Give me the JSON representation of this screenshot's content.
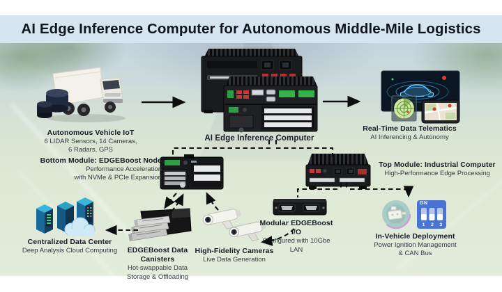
{
  "title": "AI Edge Inference Computer for Autonomous Middle-Mile Logistics",
  "nodes": {
    "vehicle": {
      "title": "Autonomous Vehicle IoT",
      "line1": "6 LIDAR Sensors, 14 Cameras,",
      "line2": "6 Radars, GPS"
    },
    "edge_computer": {
      "title": "AI Edge Inference Computer"
    },
    "telematics": {
      "title": "Real-Time Data Telematics",
      "line1": "AI Inferencing & Autonomy"
    },
    "bottom_module": {
      "title": "Bottom Module: EDGEBoost Node",
      "line1": "Performance Acceleration",
      "line2": "with NVMe & PCIe Expansion"
    },
    "top_module": {
      "title": "Top Module: Industrial Computer",
      "line1": "High-Performance Edge Processing"
    },
    "data_center": {
      "title": "Centralized Data Center",
      "line1": "Deep Analysis Cloud Computing"
    },
    "data_canisters": {
      "title": "EDGEBoost Data Canisters",
      "line1": "Hot-swappable Data",
      "line2": "Storage & Offloading"
    },
    "cameras": {
      "title": "High-Fidelity Cameras",
      "line1": "Live Data Generation"
    },
    "modular_io": {
      "title": "Modular EDGEBoost I/O",
      "line1": "Configured with 10Gbe LAN"
    },
    "in_vehicle": {
      "title": "In-Vehicle Deployment",
      "line1": "Power Ignition Management",
      "line2": "& CAN Bus",
      "switch_on": "ON",
      "switch_numbers": "1 2 3"
    }
  },
  "colors": {
    "banner": "#d7e5f1",
    "title_text": "#10161f",
    "label_text": "#171c26",
    "sub_text": "#353a42",
    "arrow": "#0e0e0e"
  }
}
